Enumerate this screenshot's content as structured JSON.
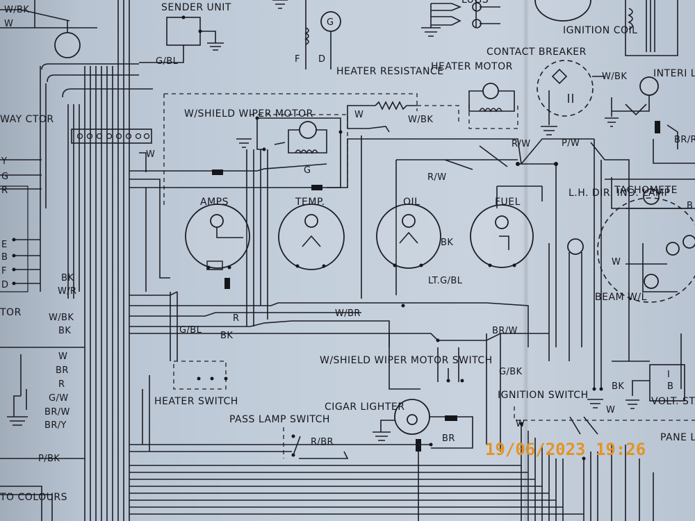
{
  "colors": {
    "paper": "#c4cfdc",
    "ink": "#1c1d24",
    "stamp": "#e39425"
  },
  "labels": {
    "sender_unit": "SENDER UNIT",
    "ignition_coil": "IGNITION COIL",
    "contact_breaker": "CONTACT BREAKER",
    "heater_motor": "HEATER MOTOR",
    "heater_resistance": "HEATER RESISTANCE",
    "interior_light": "INTERI LIGH",
    "way_connector": "WAY CTOR",
    "wshield_wiper_motor": "W/SHIELD WIPER MOTOR",
    "amps": "AMPS",
    "temp": "TEMP.",
    "oil": "OIL",
    "fuel": "FUEL",
    "lh_dir_ind_lamp": "L.H. DIR. IND. LAMP",
    "tachometer": "TACHOMETE",
    "beam_wl": "BEAM W/L",
    "wshield_wiper_motor_switch": "W/SHIELD WIPER MOTOR SWITCH",
    "heater_switch": "HEATER SWITCH",
    "pass_lamp_switch": "PASS LAMP SWITCH",
    "cigar_lighter": "CIGAR LIGHTER",
    "ignition_switch": "IGNITION SWITCH",
    "volt_stab": "VOLT. STAB.",
    "panel_light_switch": "PANE LIGHT SWITC",
    "to_colours": "TO COLOURS",
    "tor": "TOR",
    "plugs": "LUGS"
  },
  "wire_codes": {
    "g_bl": "G/BL",
    "w_bk": "W/BK",
    "w": "W",
    "r_w": "R/W",
    "p_w": "P/W",
    "g": "G",
    "r": "R",
    "bk": "BK",
    "w_r": "W/R",
    "br": "BR",
    "g_w": "G/W",
    "br_w": "BR/W",
    "br_y": "BR/Y",
    "p_bk": "P/BK",
    "lt_g_bl": "LT.G/BL",
    "w_br": "W/BR",
    "g_bk": "G/BK",
    "r_br": "R/BR",
    "br_r": "BR/R",
    "y": "Y",
    "w_l": "W/L"
  },
  "terminals": {
    "e": "E",
    "b": "B",
    "f": "F",
    "d": "D",
    "i": "I",
    "g_gen": "G"
  },
  "timestamp": "19/06/2023 19:26"
}
